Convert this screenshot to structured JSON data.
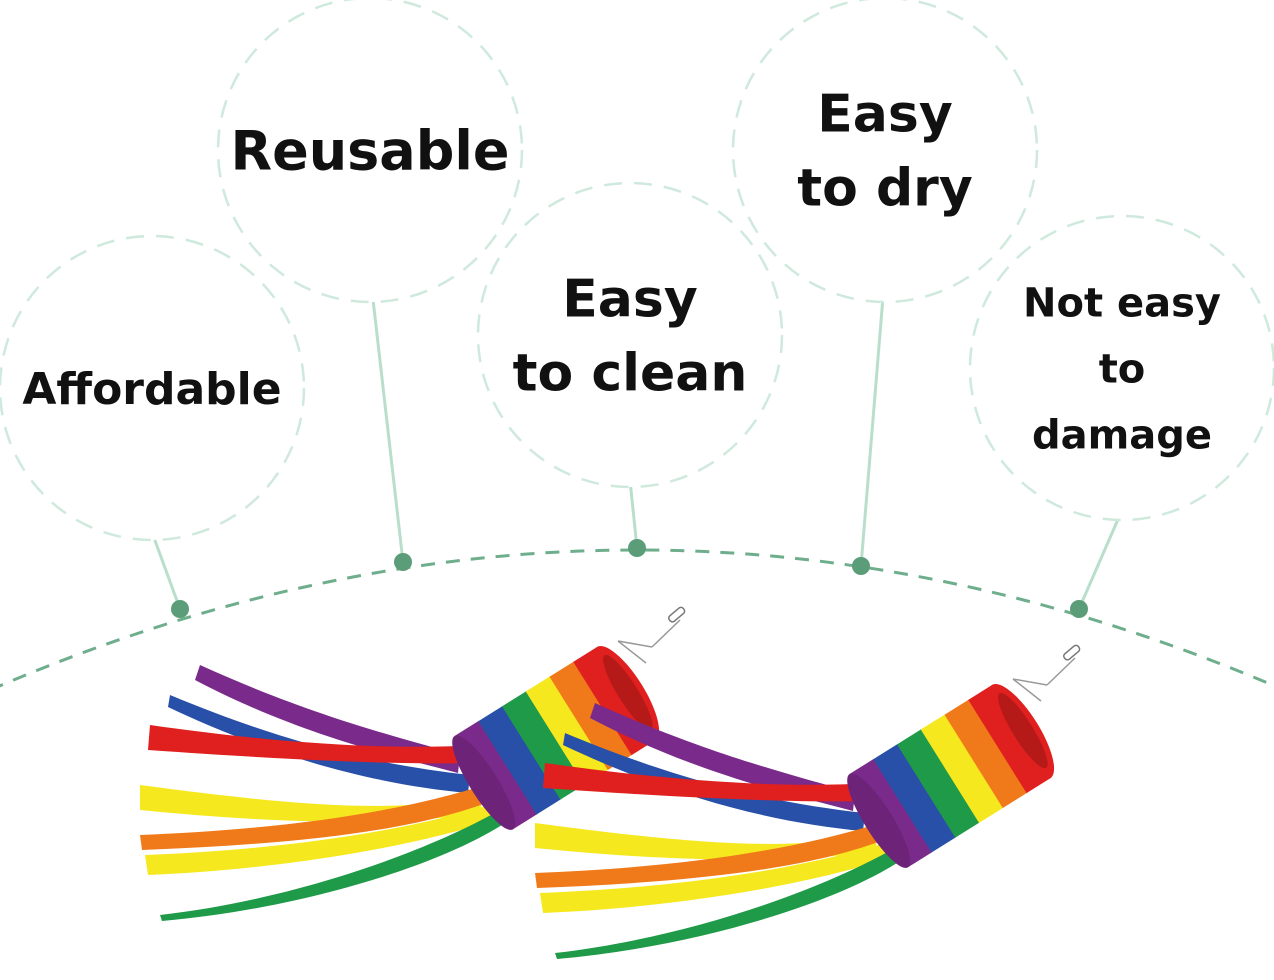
{
  "colors": {
    "background": "#ffffff",
    "circle_outline": "#cfe9dd",
    "connector_line": "#b9dfcc",
    "arc_dashes": "#6fae8c",
    "node_dot": "#5a9d78",
    "label_text": "#111111",
    "rainbow": [
      "#e0201e",
      "#f07a1a",
      "#f6e81e",
      "#1f9a48",
      "#2850a8",
      "#7a2a8a"
    ]
  },
  "features": [
    {
      "id": "affordable",
      "lines": [
        "Affordable"
      ]
    },
    {
      "id": "reusable",
      "lines": [
        "Reusable"
      ]
    },
    {
      "id": "easy-to-clean",
      "lines": [
        "Easy",
        "to clean"
      ]
    },
    {
      "id": "easy-to-dry",
      "lines": [
        "Easy",
        "to dry"
      ]
    },
    {
      "id": "not-easy-to-damage",
      "lines": [
        "Not easy",
        "to",
        "damage"
      ]
    }
  ],
  "products": [
    {
      "id": "windsock-left",
      "icon": "rainbow-windsock-icon"
    },
    {
      "id": "windsock-right",
      "icon": "rainbow-windsock-icon"
    }
  ]
}
